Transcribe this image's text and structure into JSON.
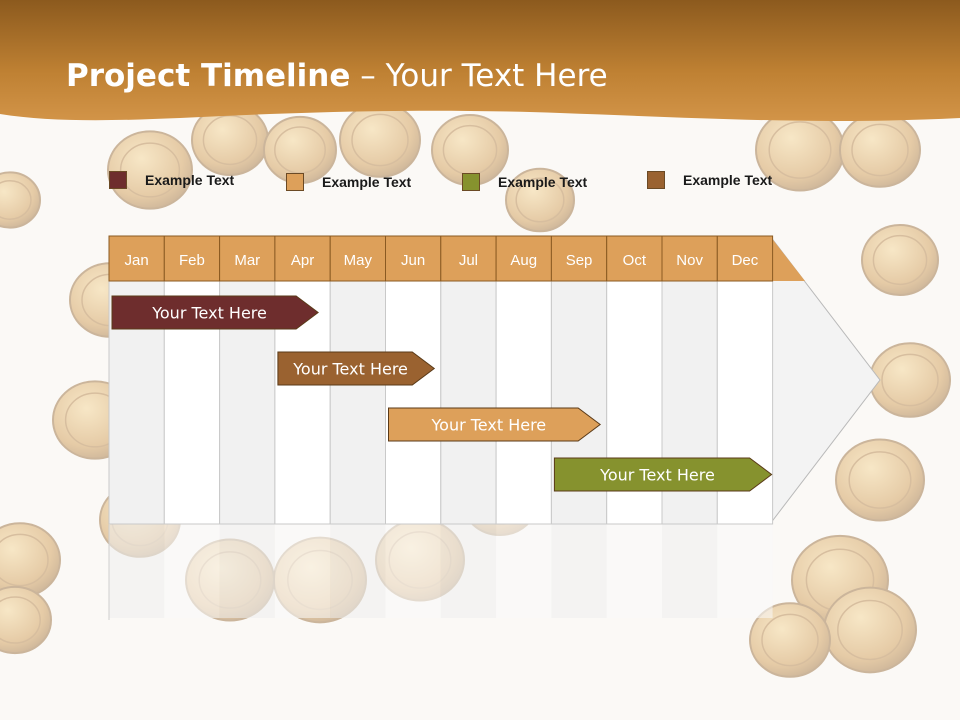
{
  "title": {
    "bold": "Project Timeline",
    "rest": " – Your Text Here"
  },
  "legend": [
    {
      "label": "Example Text",
      "color": "#6e2d2d"
    },
    {
      "label": "Example Text",
      "color": "#dda05a"
    },
    {
      "label": "Example Text",
      "color": "#86922e"
    },
    {
      "label": "Example Text",
      "color": "#9a6230"
    }
  ],
  "months": [
    "Jan",
    "Feb",
    "Mar",
    "Apr",
    "May",
    "Jun",
    "Jul",
    "Aug",
    "Sep",
    "Oct",
    "Nov",
    "Dec"
  ],
  "tasks": [
    {
      "label": "Your  Text Here",
      "start": 0,
      "end": 3.8,
      "color": "#6e2d2d"
    },
    {
      "label": "Your  Text Here",
      "start": 3,
      "end": 5.9,
      "color": "#9a6230"
    },
    {
      "label": "Your  Text Here",
      "start": 5,
      "end": 8.9,
      "color": "#dda05a"
    },
    {
      "label": "Your  Text Here",
      "start": 8,
      "end": 12.0,
      "color": "#86922e"
    }
  ],
  "colors": {
    "header_band": "#c8893a",
    "month_header": "#dda05a",
    "coin": "#d9a34f"
  }
}
